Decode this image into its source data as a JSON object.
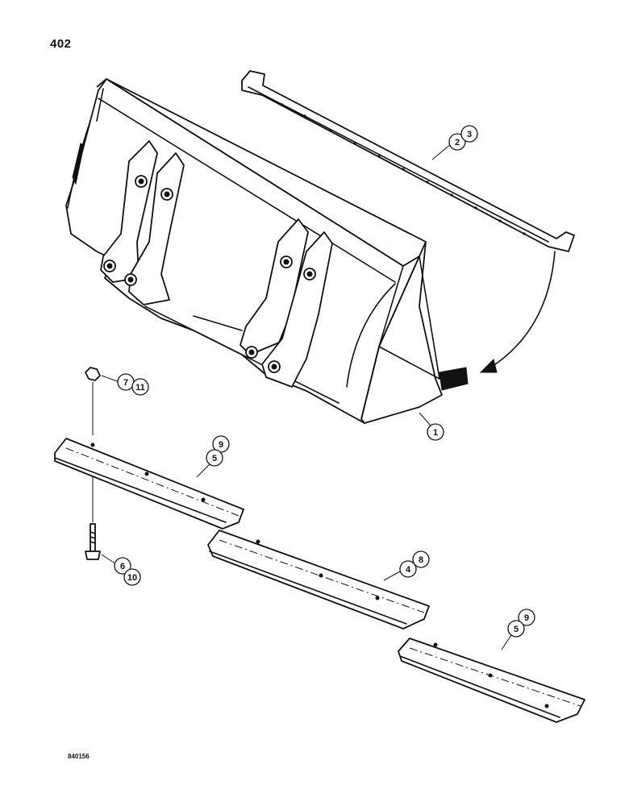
{
  "page": {
    "number": "402",
    "figure_code": "840156"
  },
  "colors": {
    "line": "#111111",
    "background": "#ffffff"
  },
  "callouts": [
    {
      "id": "bucket",
      "items": [
        "1"
      ]
    },
    {
      "id": "top-wear-strip",
      "items": [
        "2",
        "3"
      ]
    },
    {
      "id": "center-cutting-edge",
      "items": [
        "4",
        "8"
      ]
    },
    {
      "id": "left-end-cutting-edge",
      "items": [
        "9",
        "5"
      ]
    },
    {
      "id": "right-end-cutting-edge",
      "items": [
        "9",
        "5"
      ]
    },
    {
      "id": "bolt",
      "items": [
        "6",
        "10"
      ]
    },
    {
      "id": "nut",
      "items": [
        "7",
        "11"
      ]
    }
  ]
}
